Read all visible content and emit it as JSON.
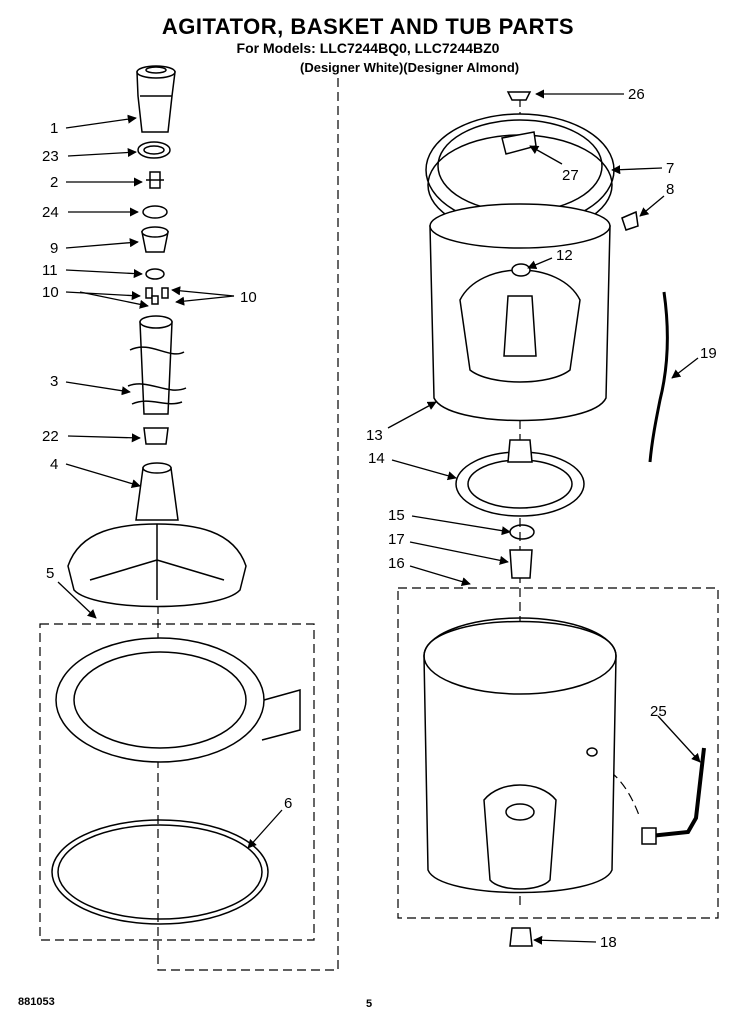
{
  "header": {
    "title": "AGITATOR, BASKET AND TUB PARTS",
    "models": "For Models: LLC7244BQ0, LLC7244BZ0",
    "colors": "(Designer White)(Designer Almond)"
  },
  "callouts": [
    "1",
    "23",
    "2",
    "24",
    "9",
    "11",
    "10",
    "10",
    "3",
    "22",
    "4",
    "5",
    "6",
    "26",
    "27",
    "7",
    "8",
    "12",
    "19",
    "13",
    "14",
    "15",
    "17",
    "16",
    "25",
    "18"
  ],
  "footer": {
    "code": "881053",
    "page": "5"
  }
}
